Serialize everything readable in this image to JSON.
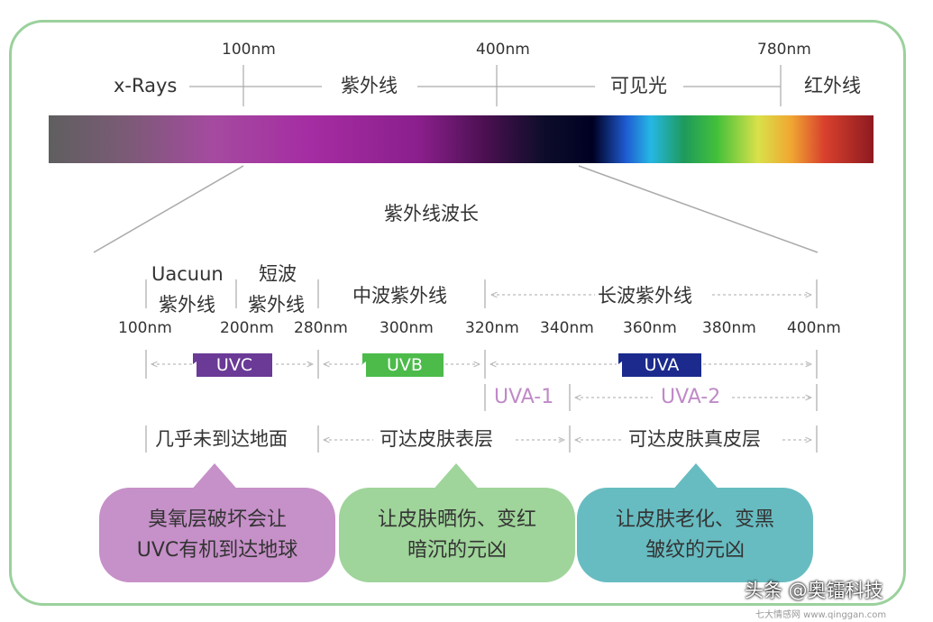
{
  "spectrum": {
    "ticks": [
      "100nm",
      "400nm",
      "780nm"
    ],
    "regions": [
      "x-Rays",
      "紫外线",
      "可见光",
      "红外线"
    ]
  },
  "uv_title": "紫外线波长",
  "uv": {
    "bands": {
      "vacuum_line1": "Uacuun",
      "vacuum_line2": "紫外线",
      "short_line1": "短波",
      "short_line2": "紫外线",
      "medium": "中波紫外线",
      "long": "长波紫外线"
    },
    "ticks": [
      "100nm",
      "200nm",
      "280nm",
      "300nm",
      "320nm",
      "340nm",
      "360nm",
      "380nm",
      "400nm"
    ],
    "labels": {
      "uvc": "UVC",
      "uvb": "UVB",
      "uva": "UVA",
      "uva1": "UVA-1",
      "uva2": "UVA-2"
    },
    "reach": {
      "uvc": "几乎未到达地面",
      "uvb": "可达皮肤表层",
      "uva": "可达皮肤真皮层"
    },
    "effects": {
      "uvc": [
        "臭氧层破坏会让",
        "UVC有机到达地球"
      ],
      "uvb": [
        "让皮肤晒伤、变红",
        "暗沉的元凶"
      ],
      "uva": [
        "让皮肤老化、变黑",
        "皱纹的元凶"
      ]
    }
  },
  "colors": {
    "uvc": "#6a3a96",
    "uvb": "#4cbb4a",
    "uva": "#1b2a8c",
    "uva_sub": "#c08ac8",
    "bubble_uvc": "#c690c8",
    "bubble_uvb": "#9fd49a",
    "bubble_uva": "#67bcc1",
    "frame": "#9bd19c"
  },
  "watermark": "头条 @奥镭科技",
  "footer_text": "七大情感网 www.qinggan.com"
}
